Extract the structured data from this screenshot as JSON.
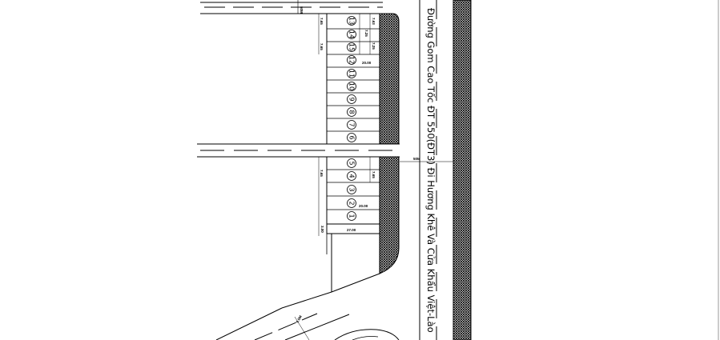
{
  "plan": {
    "road_label": "Đường Gom Cao Tốc ĐT 550(ĐT3) Đi Hương Khê Và Cửa Khẩu Việt-Lào",
    "north_lots": [
      "13",
      "14",
      "15",
      "12",
      "11",
      "10",
      "9",
      "8",
      "7",
      "6"
    ],
    "south_lots": [
      "5",
      "4",
      "3",
      "2",
      "1"
    ],
    "dims": {
      "top_road_width": "50M",
      "mid_road_width": "50M",
      "lot_width_left": "7.65",
      "lot_width_a": "7.63",
      "lot_width_b": "7.25",
      "lot_width_c": "7.25",
      "lot_width_d": "7.65",
      "lot_depth_north": "20.00",
      "lot_width_south": "7.65",
      "lot_depth_south": "20.00",
      "bottom_length": "27.00",
      "bottom_small": "3.00",
      "diag_road_width": "9.0M"
    },
    "colors": {
      "line": "#000000",
      "hatch": "#000000",
      "background": "#ffffff"
    }
  }
}
